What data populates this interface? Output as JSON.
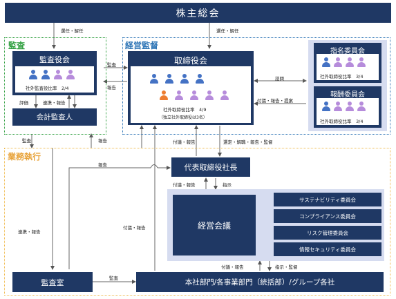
{
  "shareholders": "株主総会",
  "audit_section": {
    "title": "監査",
    "board": "監査役会",
    "ratio": "社外監査役比率　2/4",
    "accountant": "会計監査人",
    "eval": "評価",
    "cooperate": "連携・報告"
  },
  "supervision_section": {
    "title": "経営監督",
    "board": "取締役会",
    "ratio": "社外取締役比率　4/9",
    "note": "（独立社外取締役は3名）",
    "nomination": "指名委員会",
    "nomination_ratio": "社外取締役比率　3/4",
    "compensation": "報酬委員会",
    "compensation_ratio": "社外取締役比率　3/4",
    "consult": "諮問",
    "proposal": "付議・報告・提案"
  },
  "execution_section": {
    "title": "業務執行",
    "president": "代表取締役社長",
    "mgmt_meeting": "経営会議",
    "committees": [
      "サステナビリティ委員会",
      "コンプライアンス委員会",
      "リスク管理委員会",
      "情報セキュリティ委員会"
    ],
    "audit_office": "監査室",
    "divisions": "本社部門/各事業部門（統括部）/グループ各社"
  },
  "arrows": {
    "elect_dismiss_1": "選任・解任",
    "elect_dismiss_2": "選任・解任",
    "audit_1": "監査",
    "report_1": "報告",
    "report_2": "報告",
    "report_3": "報告",
    "audit_2": "監査",
    "submit_report_1": "付議・報告",
    "appoint": "選定・解職・報告・監督",
    "submit_report_2": "付議・報告",
    "instruct": "指示",
    "cooperate_report": "連携・報告",
    "submit_report_3": "付議・報告",
    "audit_3": "監査",
    "submit_report_4": "付議・報告",
    "instruct_supervise": "指示・監督"
  },
  "colors": {
    "navy": "#1f3864",
    "audit_border": "#2e9e3e",
    "audit_title": "#2e9e3e",
    "supervision_border": "#2e75b6",
    "supervision_title": "#2e75b6",
    "execution_border": "#f0b94a",
    "execution_title": "#e8a33a",
    "panel": "#d6dcf0",
    "person_blue": "#4472c4",
    "person_purple": "#b68cdb",
    "person_orange": "#ed7d31"
  }
}
